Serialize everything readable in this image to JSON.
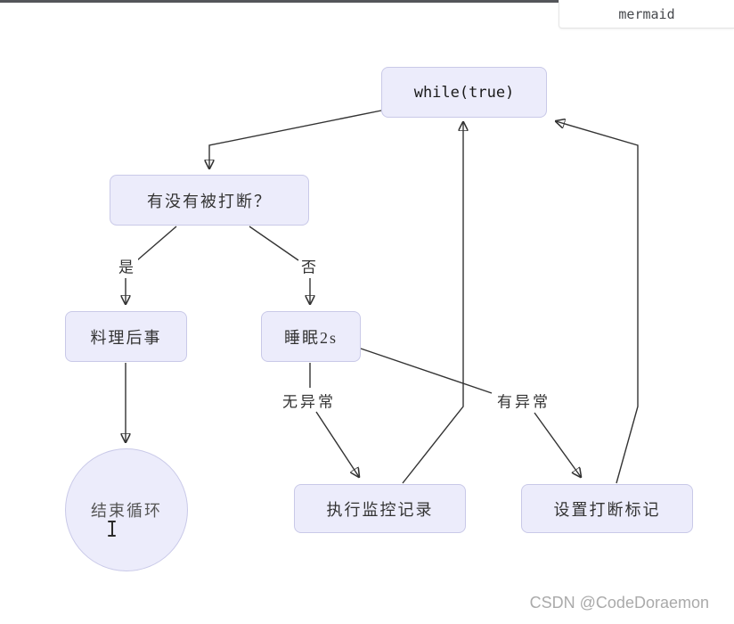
{
  "code_block": {
    "language_label": "mermaid"
  },
  "watermark": {
    "text": "CSDN @CodeDoraemon"
  },
  "cursor": {
    "icon": "text-ibeam-cursor-icon"
  },
  "diagram": {
    "type": "flowchart",
    "direction": "top-down",
    "colors": {
      "node_fill": "#ececfb",
      "node_border": "#c9c9e8",
      "edge_line": "#333333",
      "node_text": "#333333",
      "top_bar": "#54565a"
    },
    "nodes": [
      {
        "id": "while",
        "label": "while(true)",
        "shape": "rounded-rect"
      },
      {
        "id": "check",
        "label": "有没有被打断？",
        "shape": "rounded-rect"
      },
      {
        "id": "aftermath",
        "label": "料理后事",
        "shape": "rounded-rect"
      },
      {
        "id": "sleep",
        "label": "睡眠2s",
        "shape": "rounded-rect"
      },
      {
        "id": "end",
        "label": "结束循环",
        "shape": "circle"
      },
      {
        "id": "monitor",
        "label": "执行监控记录",
        "shape": "rounded-rect"
      },
      {
        "id": "flag",
        "label": "设置打断标记",
        "shape": "rounded-rect"
      }
    ],
    "edges": [
      {
        "from": "while",
        "to": "check",
        "label": ""
      },
      {
        "from": "check",
        "to": "aftermath",
        "label": "是"
      },
      {
        "from": "check",
        "to": "sleep",
        "label": "否"
      },
      {
        "from": "aftermath",
        "to": "end",
        "label": ""
      },
      {
        "from": "sleep",
        "to": "monitor",
        "label": "无异常"
      },
      {
        "from": "sleep",
        "to": "flag",
        "label": "有异常"
      },
      {
        "from": "monitor",
        "to": "while",
        "label": ""
      },
      {
        "from": "flag",
        "to": "while",
        "label": ""
      }
    ]
  }
}
